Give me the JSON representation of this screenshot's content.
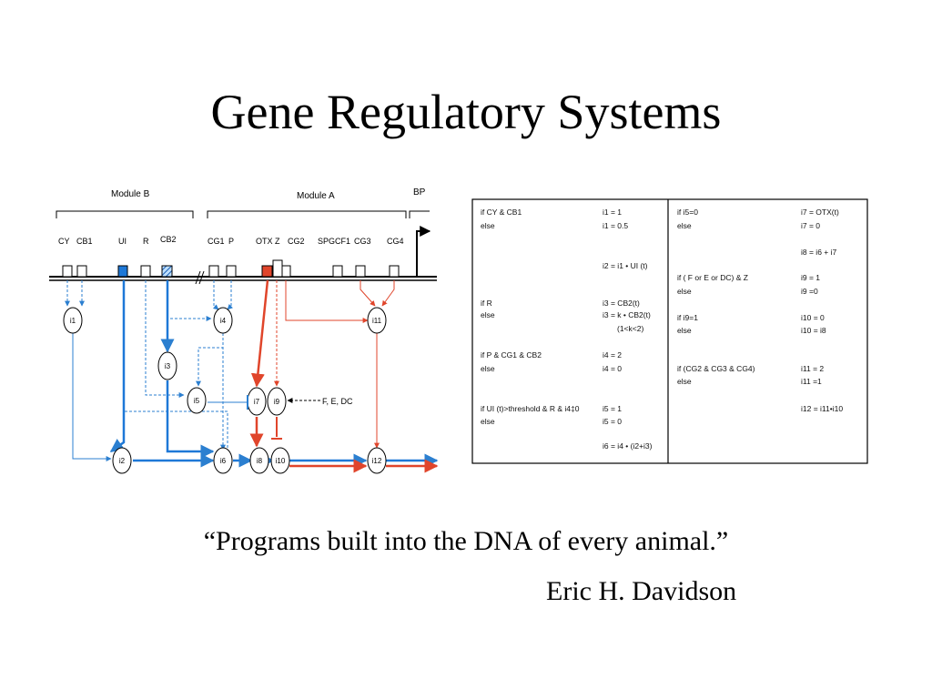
{
  "slide": {
    "title": "Gene Regulatory Systems",
    "quote": "“Programs built into the DNA of every animal.”",
    "author": "Eric H. Davidson"
  },
  "diagram": {
    "modules": [
      "Module B",
      "Module A",
      "BP"
    ],
    "sites": [
      "CY",
      "CB1",
      "UI",
      "R",
      "CB2",
      "CG1",
      "P",
      "OTX",
      "Z",
      "CG2",
      "SPGCF1",
      "CG3",
      "CG4"
    ],
    "nodes": [
      "i1",
      "i2",
      "i3",
      "i4",
      "i5",
      "i6",
      "i7",
      "i8",
      "i9",
      "i10",
      "i11",
      "i12"
    ],
    "input_label": "F, E, DC"
  },
  "logic_table": {
    "left": [
      [
        "if CY & CB1",
        "i1 = 1"
      ],
      [
        "else",
        "i1 = 0.5"
      ],
      [
        "",
        "i2 = i1 • UI (t)"
      ],
      [
        "if R",
        "i3 = CB2(t)"
      ],
      [
        "else",
        "i3 = k • CB2(t)"
      ],
      [
        "",
        "(1<k<2)"
      ],
      [
        "if P & CG1 & CB2",
        "i4 = 2"
      ],
      [
        "else",
        "i4 = 0"
      ],
      [
        "if UI (t)>threshold & R & i4‡0",
        "i5 = 1"
      ],
      [
        "else",
        "i5 = 0"
      ],
      [
        "",
        "i6 = i4 • (i2+i3)"
      ]
    ],
    "right": [
      [
        "if i5=0",
        "i7 = OTX(t)"
      ],
      [
        "else",
        "i7 = 0"
      ],
      [
        "",
        "i8 = i6 + i7"
      ],
      [
        "if ( F or E or DC) & Z",
        "i9 = 1"
      ],
      [
        "else",
        "i9 =0"
      ],
      [
        "if i9=1",
        "i10 = 0"
      ],
      [
        "else",
        "i10 = i8"
      ],
      [
        "if (CG2 & CG3 & CG4)",
        "i11 = 2"
      ],
      [
        "else",
        "i11 =1"
      ],
      [
        "",
        "i12 = i11•i10"
      ]
    ]
  }
}
